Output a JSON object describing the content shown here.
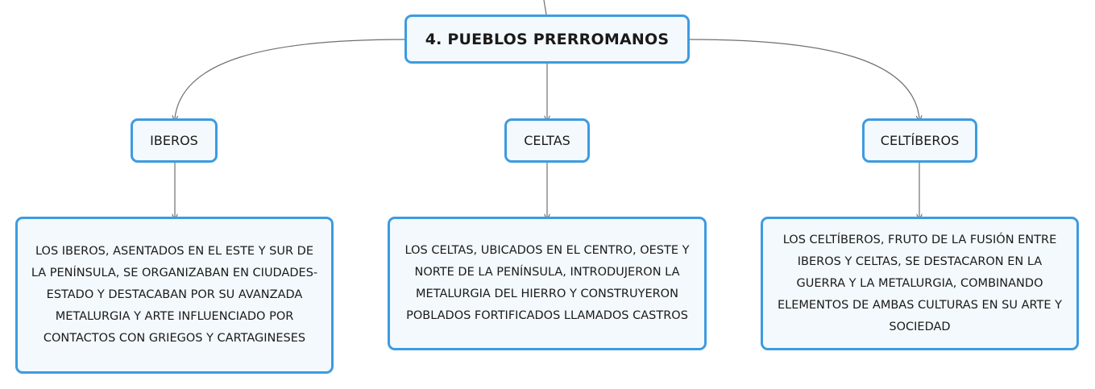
{
  "root": {
    "title": "4. PUEBLOS PRERROMANOS"
  },
  "topics": [
    {
      "label": "IBEROS",
      "description": "LOS IBEROS, ASENTADOS EN EL ESTE Y SUR DE LA PENÍNSULA, SE ORGANIZABAN EN CIUDADES-ESTADO Y DESTACABAN POR SU AVANZADA METALURGIA Y ARTE INFLUENCIADO POR CONTACTOS CON GRIEGOS Y CARTAGINESES"
    },
    {
      "label": "CELTAS",
      "description": "LOS CELTAS, UBICADOS EN EL CENTRO, OESTE Y NORTE DE LA PENÍNSULA, INTRODUJERON LA METALURGIA DEL HIERRO Y CONSTRUYERON POBLADOS FORTIFICADOS LLAMADOS CASTROS"
    },
    {
      "label": "CELTÍBEROS",
      "description": "LOS CELTÍBEROS, FRUTO DE LA FUSIÓN ENTRE IBEROS Y CELTAS, SE DESTACARON EN LA GUERRA Y LA METALURGIA, COMBINANDO ELEMENTOS DE AMBAS CULTURAS EN SU ARTE Y SOCIEDAD"
    }
  ],
  "colors": {
    "node_border": "#3d9be0",
    "node_fill": "#f3f9fd",
    "connector": "#6f6f6f"
  }
}
